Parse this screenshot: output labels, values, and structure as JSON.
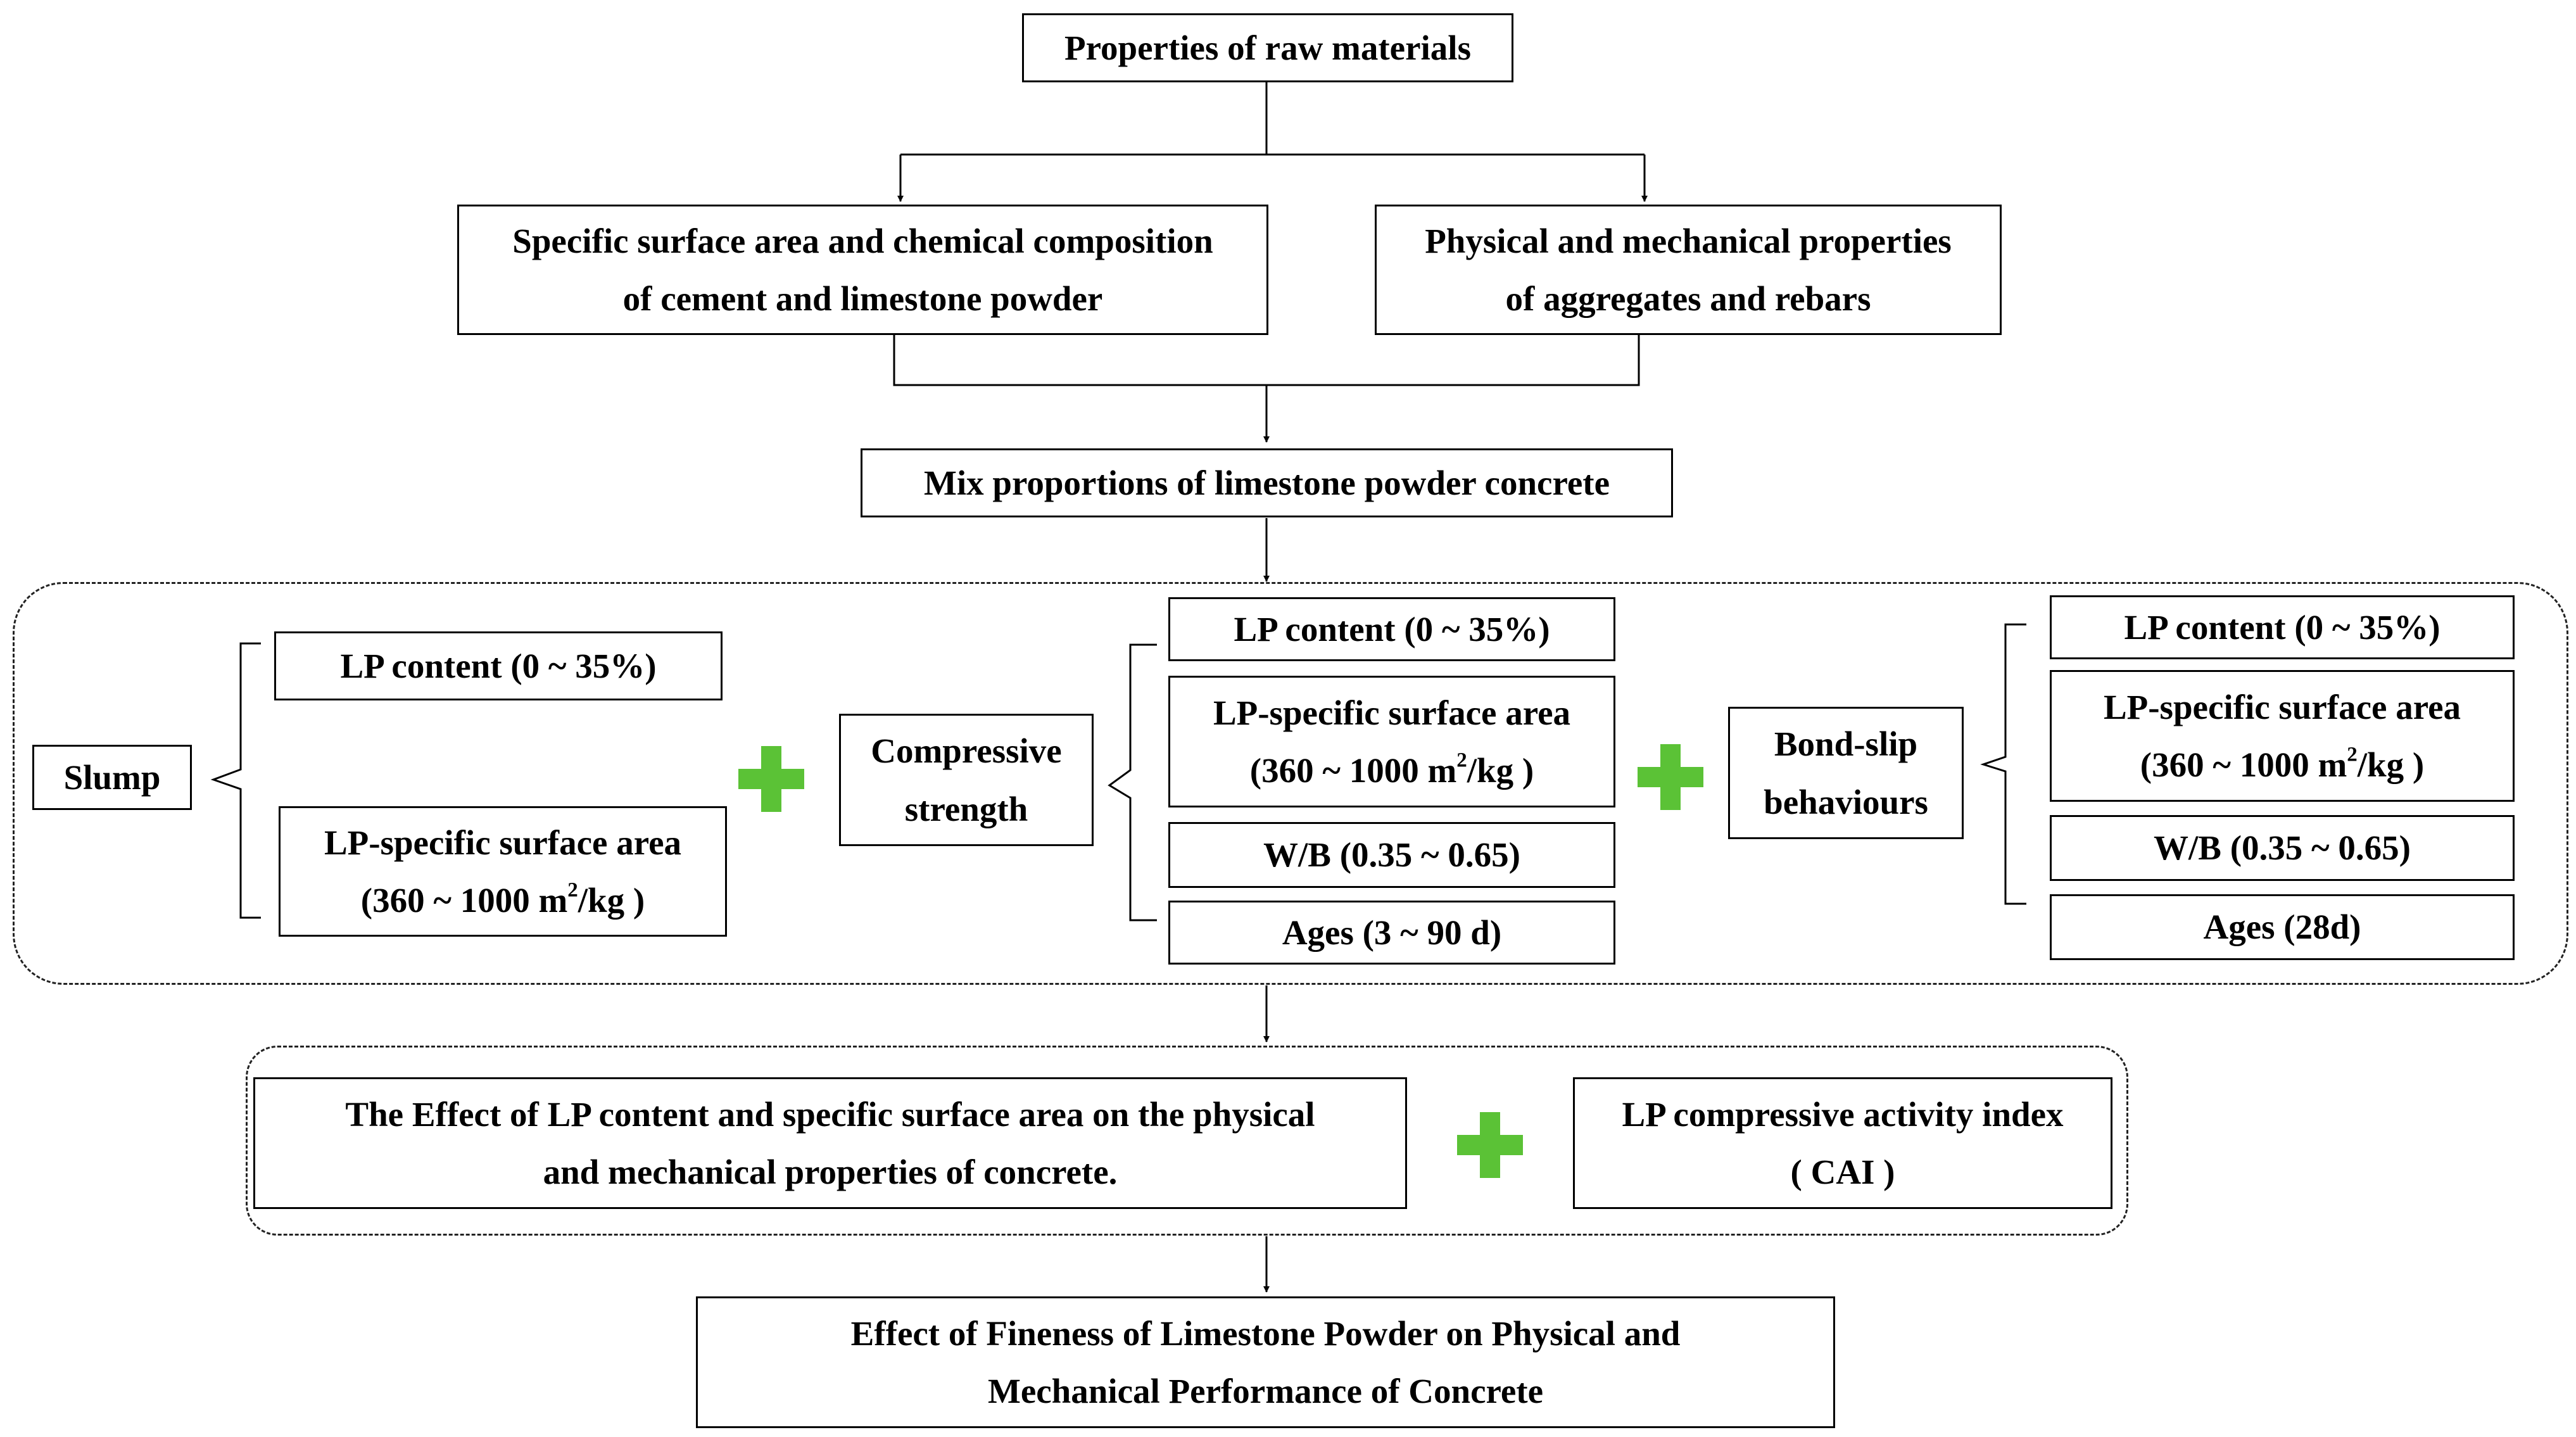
{
  "nodes": {
    "raw_materials": "Properties of raw materials",
    "cement_lp": [
      "Specific surface area and chemical composition",
      "of cement and limestone powder"
    ],
    "aggregates": [
      "Physical and mechanical properties",
      "of aggregates and rebars"
    ],
    "mix": "Mix proportions of limestone powder concrete",
    "slump": "Slump",
    "slump_lp_content": "LP content (0 ~ 35%)",
    "slump_lp_ssa": "LP-specific surface area",
    "compressive": [
      "Compressive",
      "strength"
    ],
    "cs_lp_content": "LP content (0 ~ 35%)",
    "cs_lp_ssa": "LP-specific surface area",
    "cs_wb": "W/B (0.35 ~ 0.65)",
    "cs_ages": "Ages (3 ~ 90 d)",
    "bond_slip": [
      "Bond-slip",
      "behaviours"
    ],
    "bs_lp_content": "LP content (0 ~ 35%)",
    "bs_lp_ssa": "LP-specific surface area",
    "bs_wb": "W/B (0.35 ~ 0.65)",
    "bs_ages": "Ages (28d)",
    "effect": [
      "The Effect of LP content and specific surface area on the physical",
      "and mechanical properties of concrete."
    ],
    "cai": [
      "LP compressive activity index",
      "( CAI )"
    ],
    "final": [
      "Effect of Fineness of Limestone Powder on Physical and",
      "Mechanical Performance of Concrete"
    ]
  },
  "ssa_range": {
    "prefix": "(360 ~ 1000 m",
    "sup": "2",
    "suffix": "/kg )"
  },
  "colors": {
    "line": "#000000",
    "plus": "#5bc236"
  }
}
